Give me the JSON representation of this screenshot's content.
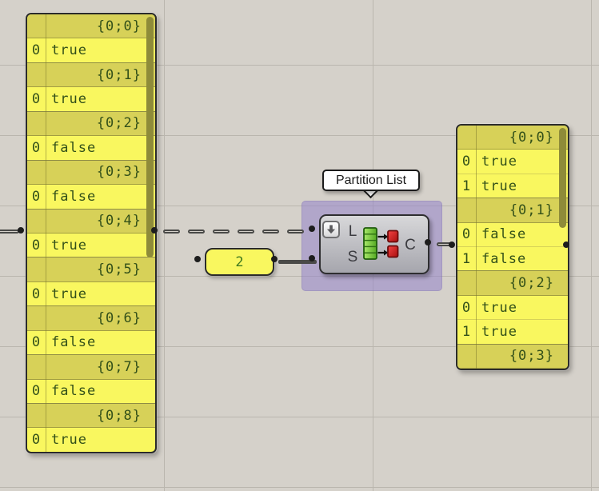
{
  "app": {
    "name": "Grasshopper canvas"
  },
  "tooltip": {
    "label": "Partition List"
  },
  "component": {
    "name": "Partition List",
    "inputs": [
      {
        "label": "L"
      },
      {
        "label": "S"
      }
    ],
    "output": {
      "label": "C"
    },
    "icons": {
      "menu": "down-arrow-icon",
      "glyph": "partition-list-icon"
    }
  },
  "number_panel": {
    "value": "2"
  },
  "panels": {
    "left": {
      "rows": [
        {
          "type": "header",
          "text": "{0;0}"
        },
        {
          "type": "item",
          "index": "0",
          "value": "true"
        },
        {
          "type": "header",
          "text": "{0;1}"
        },
        {
          "type": "item",
          "index": "0",
          "value": "true"
        },
        {
          "type": "header",
          "text": "{0;2}"
        },
        {
          "type": "item",
          "index": "0",
          "value": "false"
        },
        {
          "type": "header",
          "text": "{0;3}"
        },
        {
          "type": "item",
          "index": "0",
          "value": "false"
        },
        {
          "type": "header",
          "text": "{0;4}"
        },
        {
          "type": "item",
          "index": "0",
          "value": "true"
        },
        {
          "type": "header",
          "text": "{0;5}"
        },
        {
          "type": "item",
          "index": "0",
          "value": "true"
        },
        {
          "type": "header",
          "text": "{0;6}"
        },
        {
          "type": "item",
          "index": "0",
          "value": "false"
        },
        {
          "type": "header",
          "text": "{0;7}"
        },
        {
          "type": "item",
          "index": "0",
          "value": "false"
        },
        {
          "type": "header",
          "text": "{0;8}"
        },
        {
          "type": "item",
          "index": "0",
          "value": "true"
        }
      ]
    },
    "right": {
      "rows": [
        {
          "type": "header",
          "text": "{0;0}"
        },
        {
          "type": "item",
          "index": "0",
          "value": "true"
        },
        {
          "type": "item",
          "index": "1",
          "value": "true"
        },
        {
          "type": "header",
          "text": "{0;1}"
        },
        {
          "type": "item",
          "index": "0",
          "value": "false"
        },
        {
          "type": "item",
          "index": "1",
          "value": "false"
        },
        {
          "type": "header",
          "text": "{0;2}"
        },
        {
          "type": "item",
          "index": "0",
          "value": "true"
        },
        {
          "type": "item",
          "index": "1",
          "value": "true"
        },
        {
          "type": "header",
          "text": "{0;3}"
        }
      ]
    }
  },
  "colors": {
    "canvas_bg": "#d5d1ca",
    "grid_line": "#bab6ae",
    "panel_yellow": "#f9f75f",
    "panel_header": "#d7d158",
    "panel_border": "#2b2b2b",
    "panel_text": "#335019",
    "scrollbar": "#8e8b39",
    "selection_purple": "#9484cb",
    "component_gray_top": "#d8d8da",
    "component_gray_bottom": "#a6a6ad",
    "component_border": "#2e2e30",
    "label_gray": "#3b3b40",
    "wire": "#4a4a48",
    "port_ring": "#1d1d1d",
    "icon_green": "#63b82c",
    "icon_red": "#d41414",
    "tooltip_bg": "#ffffff",
    "tooltip_border": "#1b1b1b"
  }
}
